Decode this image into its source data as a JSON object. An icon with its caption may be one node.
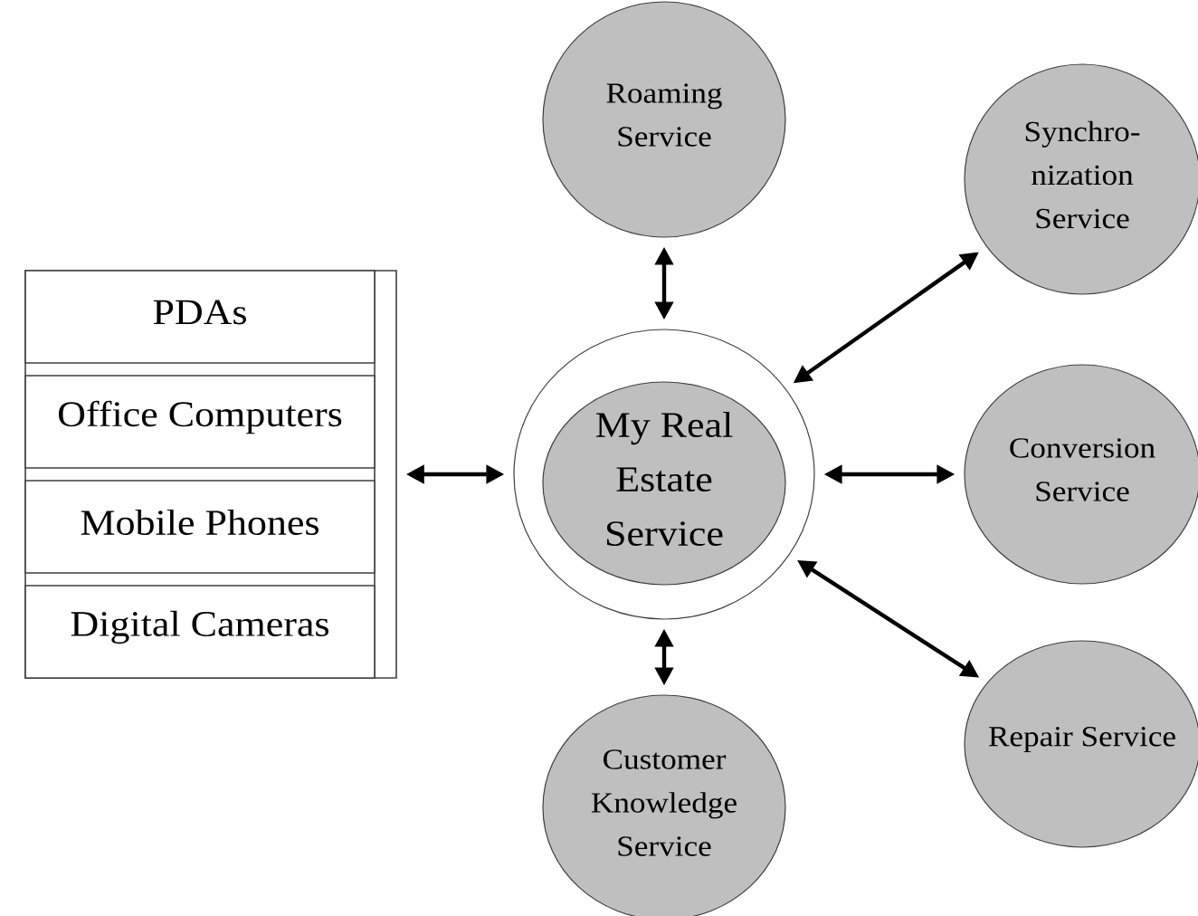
{
  "diagram": {
    "nodes": [
      {
        "text": [],
        "shape": "box"
      },
      {
        "text": [
          "PDAs"
        ],
        "in": 0
      },
      {
        "text": [
          "Office Computers"
        ],
        "in": 0
      },
      {
        "text": [
          "Mobile Phones"
        ],
        "in": 0
      },
      {
        "text": [
          "Digital Cameras"
        ],
        "in": 0
      },
      {
        "text": [],
        "shape": "circle"
      },
      {
        "text": [
          "My Real Estate Service"
        ],
        "in": 5
      },
      {
        "text": [
          "Roaming Service"
        ]
      },
      {
        "text": [
          "Synchro- nization Service"
        ]
      },
      {
        "text": [
          "Conversion Service"
        ]
      },
      {
        "text": [
          "Repair Service"
        ]
      },
      {
        "text": [
          "Customer Knowledge Service"
        ]
      }
    ],
    "edges": [
      {
        "from": 0,
        "to": 5,
        "arrow": "both"
      },
      {
        "from": 5,
        "to": 7,
        "arrow": "both"
      },
      {
        "from": 5,
        "to": 8,
        "arrow": "both"
      },
      {
        "from": 5,
        "to": 9,
        "arrow": "both"
      },
      {
        "from": 5,
        "to": 10,
        "arrow": "both"
      },
      {
        "from": 5,
        "to": 11,
        "arrow": "both"
      }
    ]
  }
}
